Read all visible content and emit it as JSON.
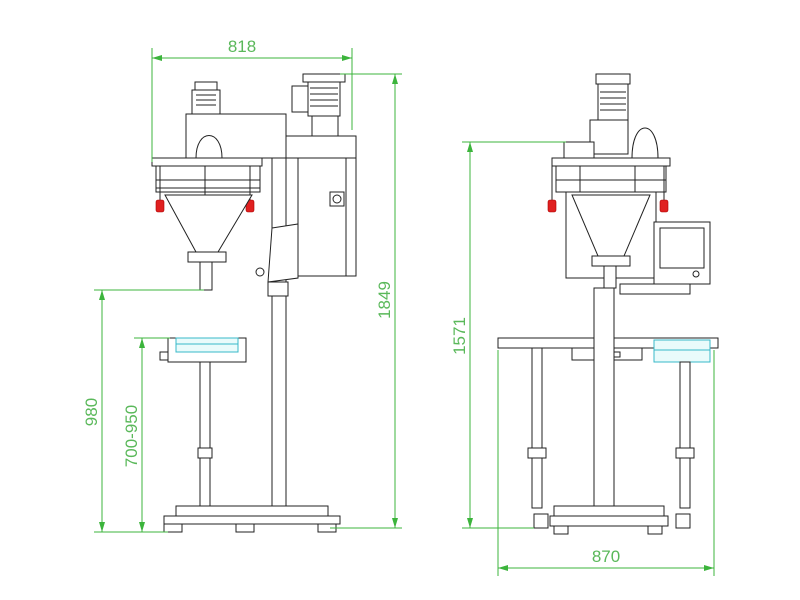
{
  "dimensions": {
    "front_width": "818",
    "front_height_total": "1849",
    "front_table_height": "980",
    "front_adjust_range": "700-950",
    "side_height": "1571",
    "side_width": "870"
  },
  "colors": {
    "dimension_line": "#3cb43c",
    "outline": "#222222",
    "nozzle": "#e02020",
    "tray": "#38b8c8"
  }
}
